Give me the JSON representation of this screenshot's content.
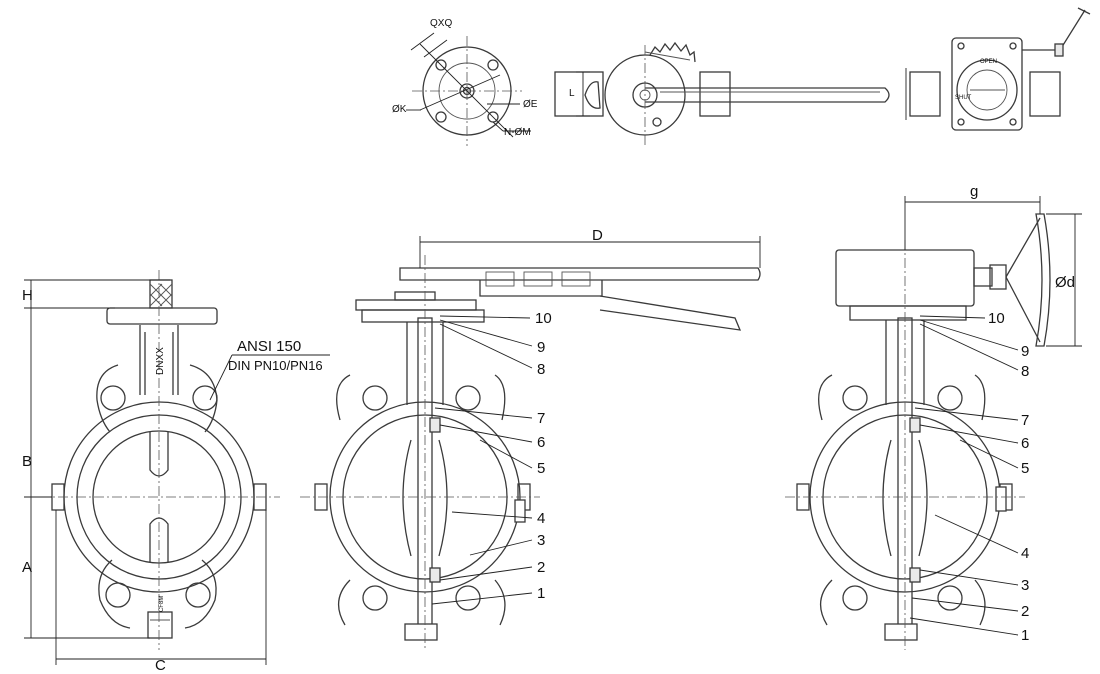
{
  "top_views": {
    "flange": {
      "qxq": "QXQ",
      "phi_k": "ØK",
      "phi_e": "ØE",
      "n_phi_m": "N-ØM"
    },
    "lever_top": {
      "l": "L"
    },
    "gear_top": {
      "open_mark": "OPEN",
      "shut_mark": "SHUT"
    }
  },
  "front_view": {
    "h": "H",
    "b": "B",
    "a": "A",
    "c": "C",
    "standard_1": "ANSI 150",
    "standard_2": "DIN PN10/PN16",
    "body_marking": "DNXX",
    "body_marking_2": "CF8M"
  },
  "lever_section": {
    "d": "D",
    "callouts": [
      "10",
      "9",
      "8",
      "7",
      "6",
      "5",
      "4",
      "3",
      "2",
      "1"
    ]
  },
  "gear_section": {
    "g": "g",
    "phi_d": "Ød",
    "callouts": [
      "10",
      "9",
      "8",
      "7",
      "6",
      "5",
      "4",
      "3",
      "2",
      "1"
    ]
  }
}
